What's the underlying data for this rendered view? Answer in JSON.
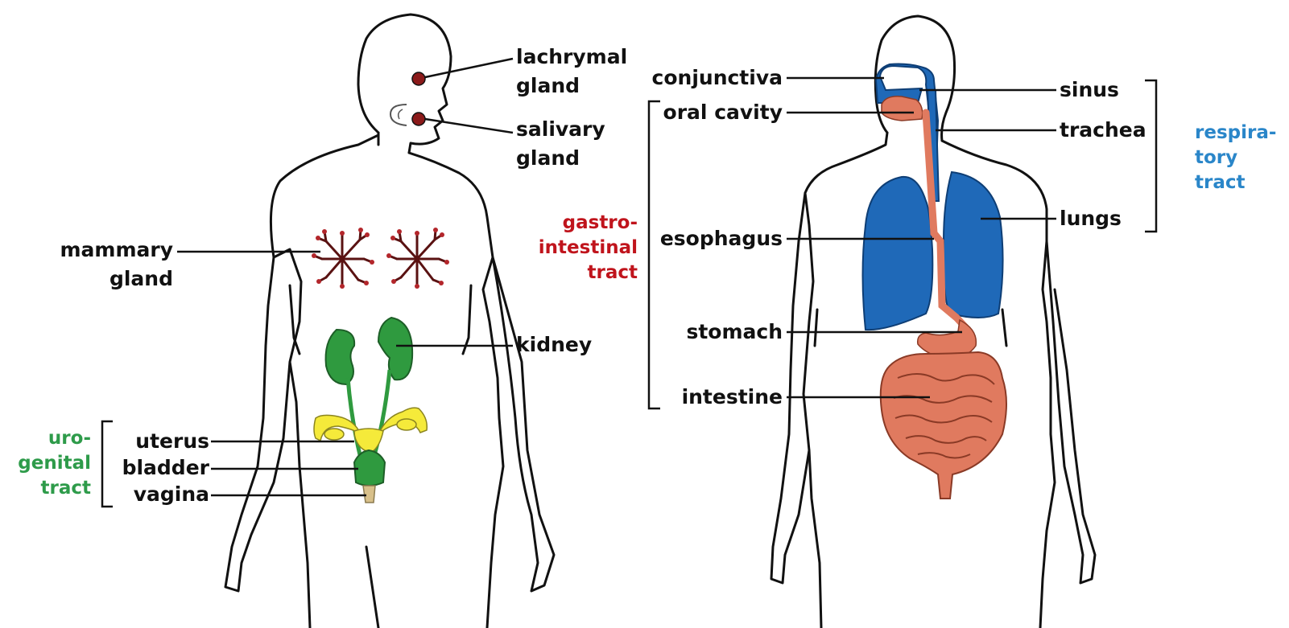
{
  "labels": {
    "lachrymal_gland": [
      "lachrymal",
      "gland"
    ],
    "salivary_gland": [
      "salivary",
      "gland"
    ],
    "mammary_gland": [
      "mammary",
      "gland"
    ],
    "kidney": "kidney",
    "uterus": "uterus",
    "bladder": "bladder",
    "vagina": "vagina",
    "conjunctiva": "conjunctiva",
    "oral_cavity": "oral cavity",
    "esophagus": "esophagus",
    "stomach": "stomach",
    "intestine": "intestine",
    "sinus": "sinus",
    "trachea": "trachea",
    "lungs": "lungs"
  },
  "groups": {
    "urogenital": {
      "lines": [
        "uro-",
        "genital",
        "tract"
      ],
      "color": "#2e9b4a"
    },
    "gastrointestinal": {
      "lines": [
        "gastro-",
        "intestinal",
        "tract"
      ],
      "color": "#c0141c"
    },
    "respiratory": {
      "lines": [
        "respira-",
        "tory",
        "tract"
      ],
      "color": "#2a86c9"
    }
  },
  "colors": {
    "gland_dots": "#8b1a1a",
    "kidney_green": "#2f9a3f",
    "ovary_yellow": "#f5ea3a",
    "lung_blue": "#1f69b8",
    "gi_orange": "#e07a5f",
    "intestine_light": "#f0a88e"
  }
}
